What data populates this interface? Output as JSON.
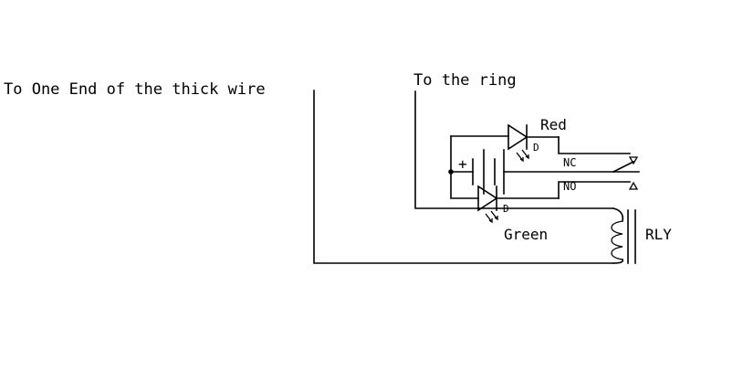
{
  "labels": {
    "thick_wire": "To One End of the thick wire",
    "ring": "To the ring",
    "red_led": "Red",
    "green_led": "Green",
    "relay": "RLY",
    "nc": "NC",
    "no": "NO",
    "battery_plus": "+",
    "led_ref_red": "D",
    "led_ref_green": "D"
  },
  "components": [
    "battery",
    "red-led",
    "green-led",
    "relay-coil",
    "relay-switch"
  ],
  "colors": {
    "line": "#000000",
    "background": "#ffffff"
  }
}
